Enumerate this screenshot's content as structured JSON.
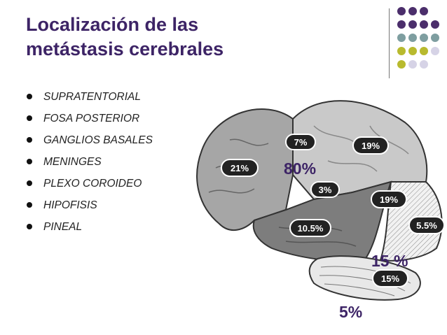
{
  "title": {
    "line1": "Localización de las",
    "line2": "metástasis cerebrales"
  },
  "bullets": [
    "SUPRATENTORIAL",
    "FOSA POSTERIOR",
    "GANGLIOS BASALES",
    "MENINGES",
    "PLEXO COROIDEO",
    "HIPOFISIS",
    "PINEAL"
  ],
  "brain_labels": {
    "frontal": "21%",
    "parietal_top": "7%",
    "parietal_right": "19%",
    "central": "3%",
    "occipital": "19%",
    "temporal": "10.5%",
    "occipital_pole": "5.5%",
    "cerebellum": "15%"
  },
  "overlay": {
    "supratentorial_pct": "80%",
    "posterior_fossa_pct": "15 %",
    "basal_pct": "5%"
  },
  "colors": {
    "title": "#3d2466",
    "dot_purple": "#4b2e6b",
    "dot_teal": "#7e9ea0",
    "dot_olive": "#b8ba2e",
    "dot_lavender": "#d6d3e6"
  }
}
